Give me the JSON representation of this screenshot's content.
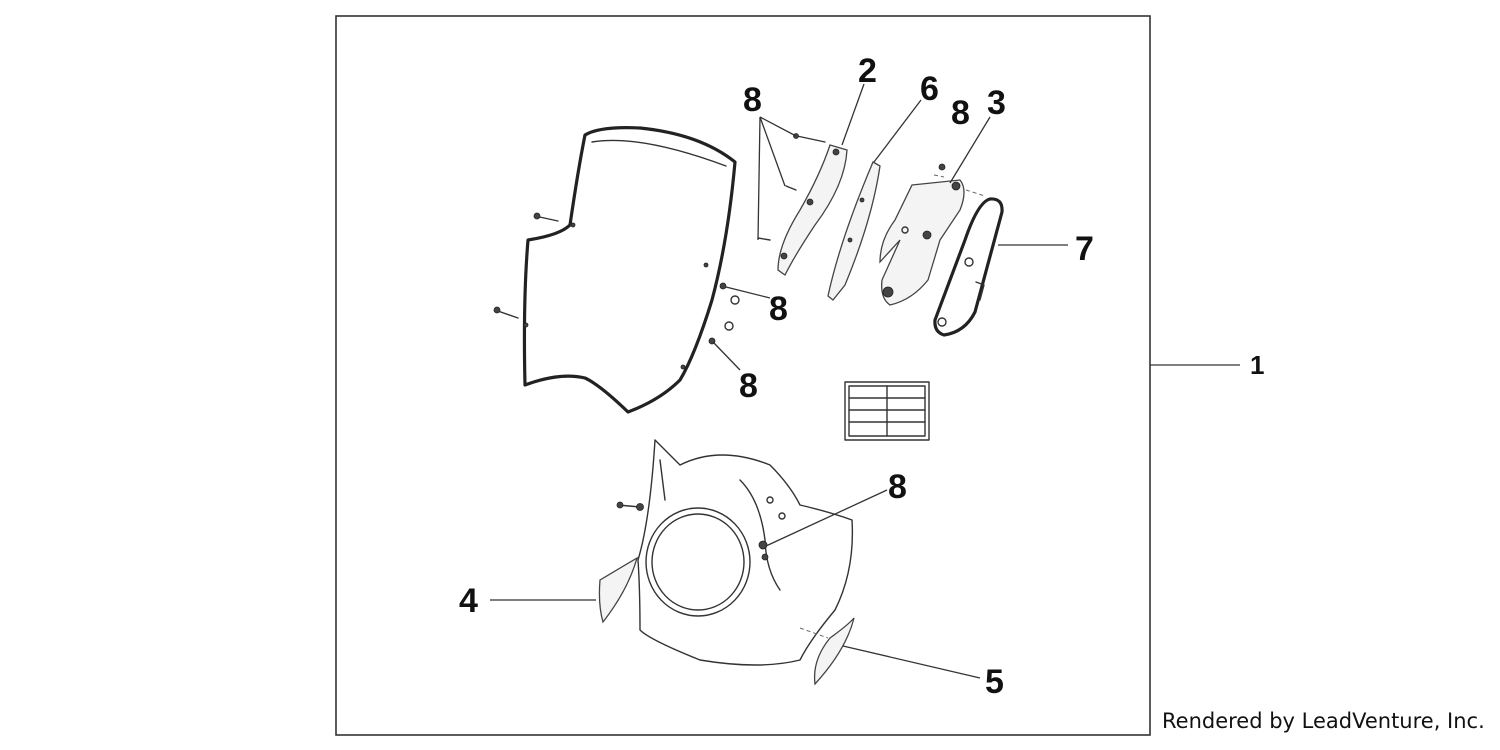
{
  "callouts": {
    "c1": "1",
    "c2": "2",
    "c3": "3",
    "c4": "4",
    "c5": "5",
    "c6": "6",
    "c7": "7",
    "c8": "8"
  },
  "credit": "Rendered by LeadVenture, Inc.",
  "colors": {
    "line": "#333333",
    "background": "#ffffff"
  }
}
